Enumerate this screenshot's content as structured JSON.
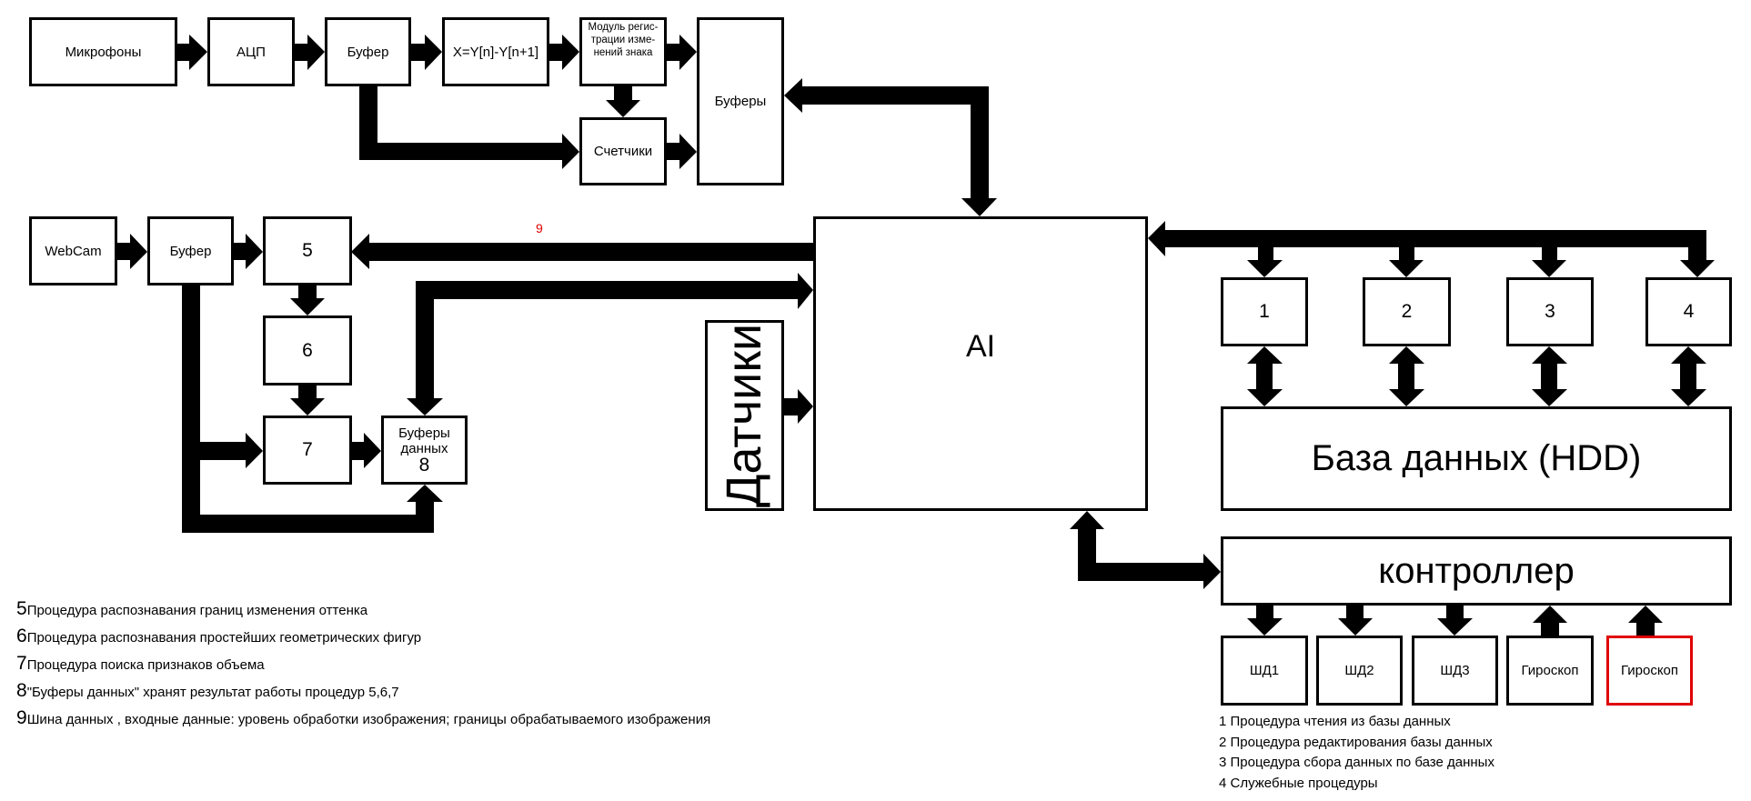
{
  "audio_chain": {
    "microphones": "Микрофоны",
    "adc": "АЦП",
    "buffer": "Буфер",
    "difference": "X=Y[n]-Y[n+1]",
    "sign_module": "Модуль регис-трации изме-нений знака",
    "sign_module_lines": [
      "Модуль регис-",
      "трации изме-",
      "нений знака"
    ],
    "counters": "Счетчики",
    "buffers": "Буферы"
  },
  "video_chain": {
    "webcam": "WebCam",
    "buffer": "Буфер",
    "proc5": "5",
    "proc6": "6",
    "proc7": "7",
    "data_buffers_lines": [
      "Буферы",
      "данных",
      "8"
    ]
  },
  "core": {
    "ai": "AI",
    "sensors": "Датчики",
    "bus_label": "9",
    "bus_label_color": "#e00000"
  },
  "database": {
    "procedures": [
      "1",
      "2",
      "3",
      "4"
    ],
    "db": "База данных (HDD)"
  },
  "controller": {
    "title": "контроллер",
    "devices": [
      {
        "label": "ШД1",
        "highlight": false
      },
      {
        "label": "ШД2",
        "highlight": false
      },
      {
        "label": "ШД3",
        "highlight": false
      },
      {
        "label": "Гироскоп",
        "highlight": false
      },
      {
        "label": "Гироскоп",
        "highlight": true
      }
    ],
    "highlight_color": "#e00000"
  },
  "legend_left": [
    {
      "num": "5",
      "text": "Процедура распознавания границ изменения оттенка"
    },
    {
      "num": "6",
      "text": "Процедура распознавания простейших геометрических фигур"
    },
    {
      "num": "7",
      "text": "Процедура поиска признаков объема"
    },
    {
      "num": "8",
      "text": "\"Буферы данных\" хранят результат работы процедур 5,6,7"
    },
    {
      "num": "9",
      "text": "Шина данных , входные данные: уровень обработки изображения; границы обрабатываемого изображения"
    }
  ],
  "legend_right": [
    "1 Процедура чтения из базы данных",
    "2 Процедура редактирования базы данных",
    "3 Процедура сбора данных по базе данных",
    "4 Служебные процедуры"
  ]
}
